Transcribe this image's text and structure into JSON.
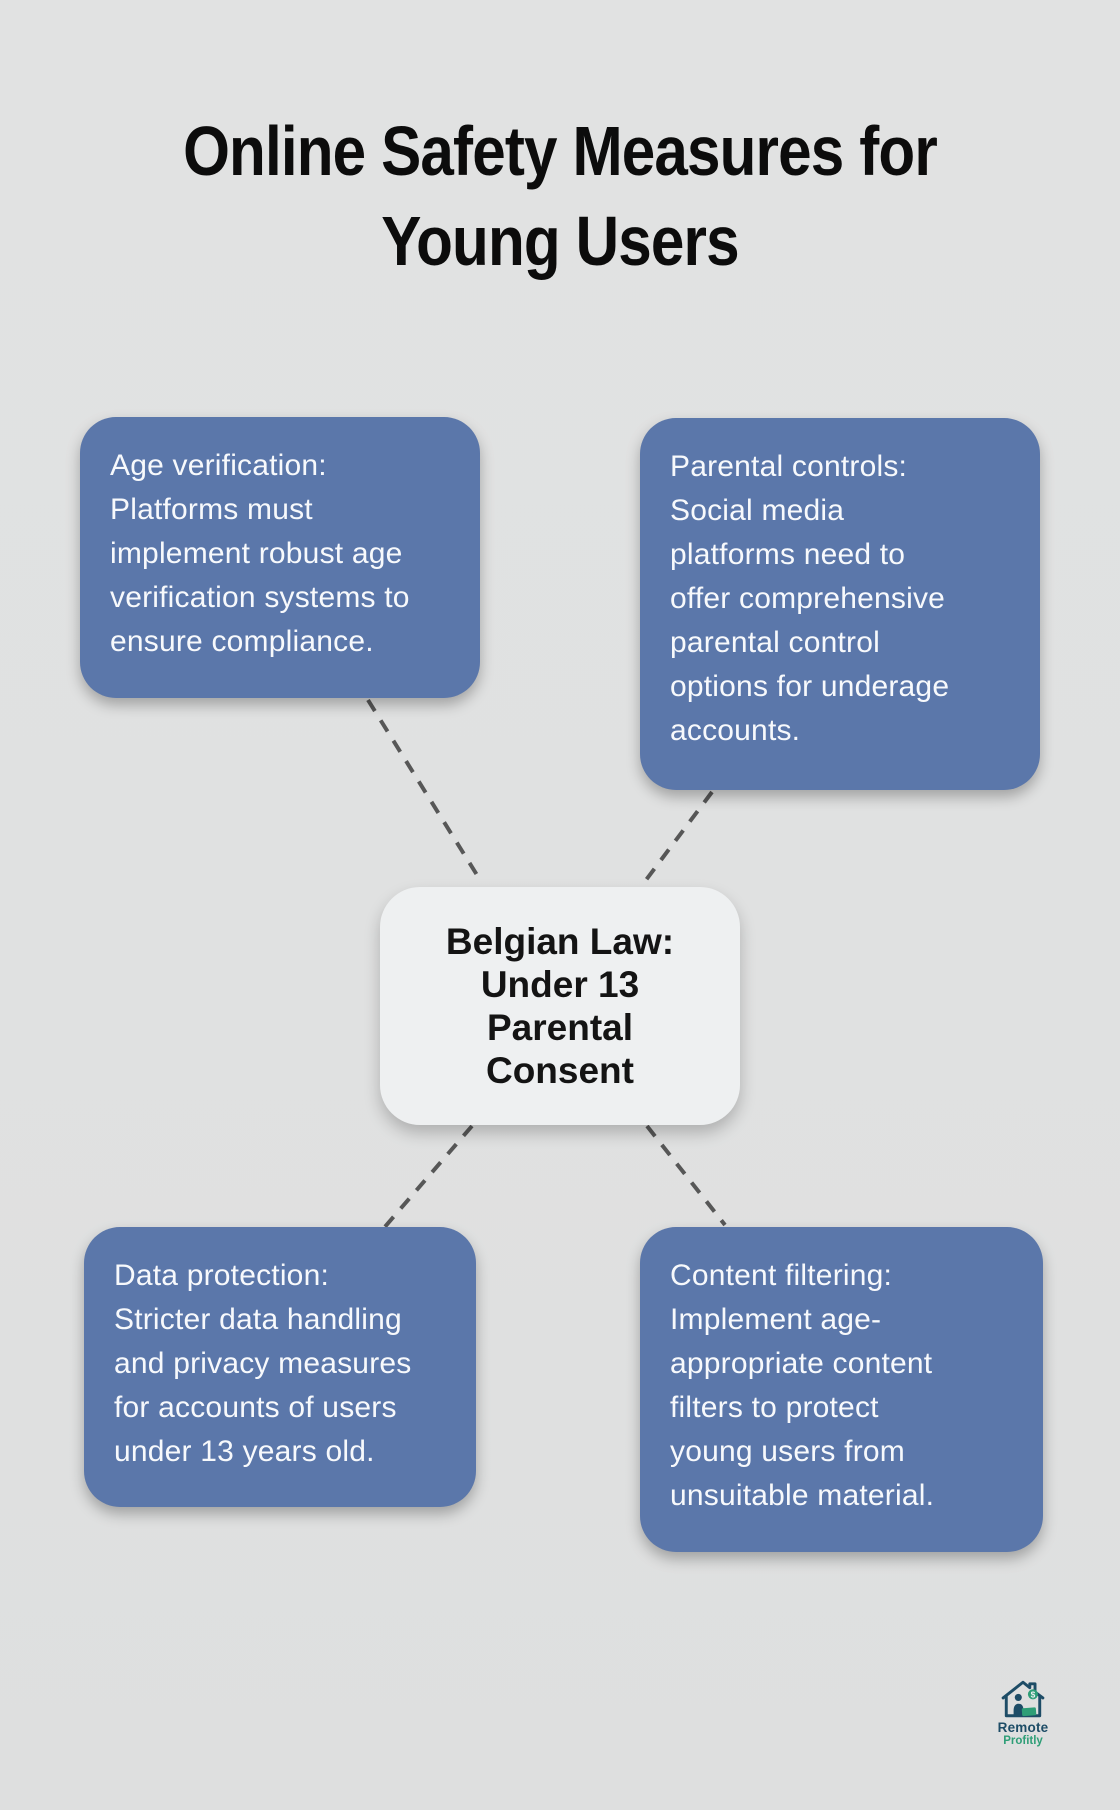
{
  "title": {
    "lines": [
      "Online Safety Measures for",
      "Young Users"
    ]
  },
  "center_node": {
    "lines": [
      "Belgian Law:",
      "Under 13",
      "Parental",
      "Consent"
    ]
  },
  "nodes": {
    "age_verification": {
      "lines": [
        "Age verification:",
        "Platforms must",
        "implement robust age",
        "verification systems to",
        "ensure compliance."
      ]
    },
    "parental_controls": {
      "lines": [
        "Parental controls:",
        "Social media",
        "platforms need to",
        "offer comprehensive",
        "parental control",
        "options for underage",
        "accounts."
      ]
    },
    "data_protection": {
      "lines": [
        "Data protection:",
        "Stricter data handling",
        "and privacy measures",
        "for accounts of users",
        "under 13 years old."
      ]
    },
    "content_filtering": {
      "lines": [
        "Content filtering:",
        "Implement age-",
        "appropriate content",
        "filters to protect",
        "young users from",
        "unsuitable material."
      ]
    }
  },
  "logo": {
    "brand_top": "Remote",
    "brand_bottom": "Profitly",
    "dollar_sign": "$"
  },
  "colors": {
    "background": "#e0e1e1",
    "node_fill": "#5b77aa",
    "node_text": "#f7f9fc",
    "center_fill": "#eef0f1",
    "center_text": "#141414",
    "title_text": "#0c0c0c",
    "connector": "#575757",
    "logo_navy": "#1d4c66",
    "logo_green": "#2e9e77"
  }
}
